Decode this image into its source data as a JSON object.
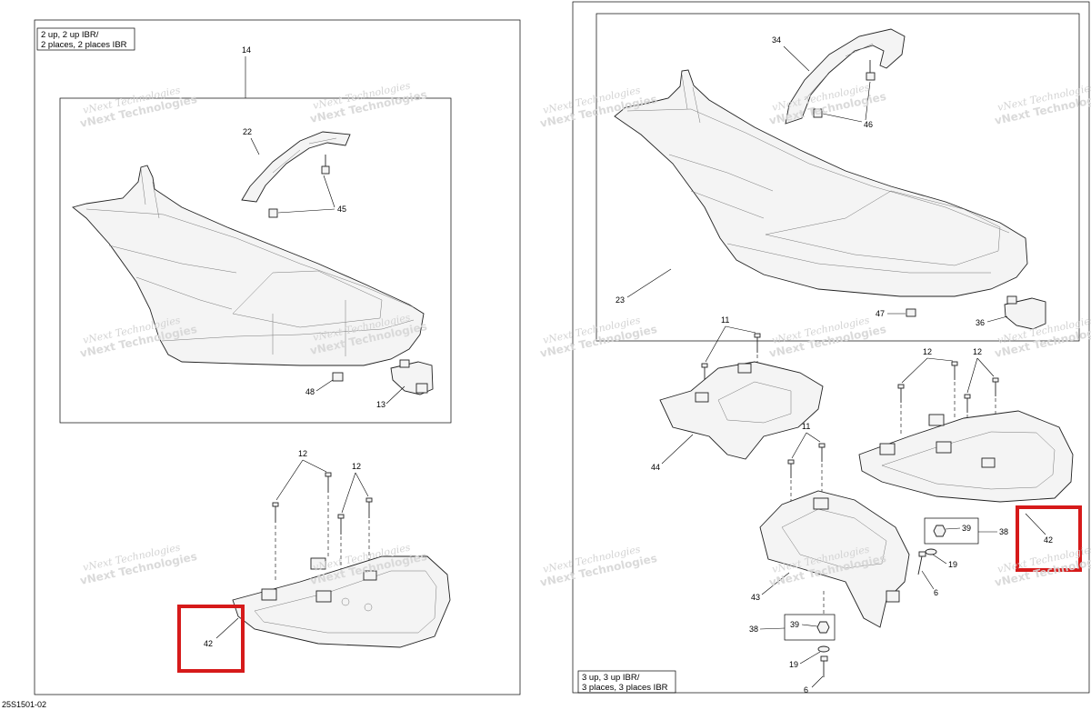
{
  "left_panel": {
    "note_lines": [
      "2 up, 2 up IBR/",
      "2 places, 2 places IBR"
    ],
    "callouts": {
      "c14": "14",
      "c22": "22",
      "c45": "45",
      "c48": "48",
      "c13": "13",
      "c12a": "12",
      "c12b": "12",
      "c42": "42"
    }
  },
  "right_panel": {
    "note_lines": [
      "3 up, 3 up IBR/",
      "3 places, 3 places IBR"
    ],
    "callouts": {
      "c34": "34",
      "c46": "46",
      "c23": "23",
      "c47": "47",
      "c36": "36",
      "c11a": "11",
      "c11b": "11",
      "c44": "44",
      "c12a": "12",
      "c12b": "12",
      "c39a": "39",
      "c38a": "38",
      "c19a": "19",
      "c6a": "6",
      "c42": "42",
      "c43": "43",
      "c38b": "38",
      "c39b": "39",
      "c19b": "19",
      "c6b": "6"
    }
  },
  "diagram_id": "25S1501-02",
  "watermark": {
    "line1": "vNext Technologies",
    "line2": "vNext Technologies"
  },
  "colors": {
    "highlight": "#d61a1a",
    "watermark": "#cfcfcf"
  }
}
